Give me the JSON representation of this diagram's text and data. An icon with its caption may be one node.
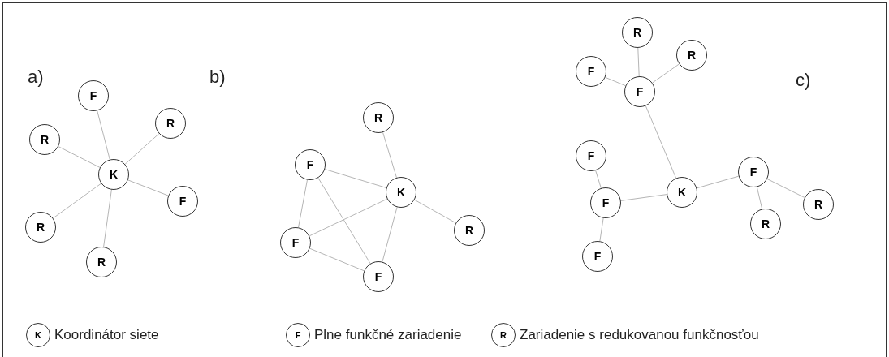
{
  "diagram": {
    "nodes": [
      {
        "text": [
          "F"
        ]
      },
      {
        "text": [
          "R"
        ]
      },
      {
        "text": [
          "R"
        ]
      },
      {
        "text": [
          "K"
        ]
      },
      {
        "text": [
          "F"
        ]
      },
      {
        "text": [
          "R"
        ]
      },
      {
        "text": [
          "R"
        ]
      },
      {
        "text": [
          "R"
        ]
      },
      {
        "text": [
          "F"
        ]
      },
      {
        "text": [
          "K"
        ]
      },
      {
        "text": [
          "R"
        ]
      },
      {
        "text": [
          "F"
        ]
      },
      {
        "text": [
          "F"
        ]
      },
      {
        "text": [
          "R"
        ]
      },
      {
        "text": [
          "R"
        ]
      },
      {
        "text": [
          "F"
        ]
      },
      {
        "text": [
          "F"
        ]
      },
      {
        "text": [
          "F"
        ]
      },
      {
        "text": [
          "F"
        ]
      },
      {
        "text": [
          "K"
        ]
      },
      {
        "text": [
          "F"
        ]
      },
      {
        "text": [
          "R"
        ]
      },
      {
        "text": [
          "R"
        ]
      },
      {
        "text": [
          "F"
        ]
      },
      {
        "text": [
          "K"
        ],
        "beside": [
          "Koordinátor siete"
        ]
      },
      {
        "text": [
          "F"
        ],
        "beside": [
          "Plne funkčné zariadenie"
        ]
      },
      {
        "text": [
          "R"
        ],
        "beside": [
          "Zariadenie s redukovanou funkčnosťou"
        ]
      }
    ],
    "edges": [
      {
        "from": 3,
        "to": 0,
        "arrow": "none"
      },
      {
        "from": 3,
        "to": 1,
        "arrow": "none"
      },
      {
        "from": 3,
        "to": 2,
        "arrow": "none"
      },
      {
        "from": 3,
        "to": 4,
        "arrow": "none"
      },
      {
        "from": 3,
        "to": 5,
        "arrow": "none"
      },
      {
        "from": 3,
        "to": 6,
        "arrow": "none"
      },
      {
        "from": 9,
        "to": 7,
        "arrow": "none"
      },
      {
        "from": 8,
        "to": 9,
        "arrow": "none"
      },
      {
        "from": 8,
        "to": 11,
        "arrow": "none"
      },
      {
        "from": 8,
        "to": 12,
        "arrow": "none"
      },
      {
        "from": 11,
        "to": 9,
        "arrow": "none"
      },
      {
        "from": 11,
        "to": 12,
        "arrow": "none"
      },
      {
        "from": 9,
        "to": 12,
        "arrow": "none"
      },
      {
        "from": 9,
        "to": 10,
        "arrow": "none"
      },
      {
        "from": 16,
        "to": 13,
        "arrow": "none"
      },
      {
        "from": 16,
        "to": 14,
        "arrow": "none"
      },
      {
        "from": 16,
        "to": 15,
        "arrow": "none"
      },
      {
        "from": 16,
        "to": 19,
        "arrow": "none"
      },
      {
        "from": 19,
        "to": 18,
        "arrow": "none"
      },
      {
        "from": 19,
        "to": 20,
        "arrow": "none"
      },
      {
        "from": 20,
        "to": 17,
        "arrow": "none"
      },
      {
        "from": 20,
        "to": 23,
        "arrow": "none"
      },
      {
        "from": 18,
        "to": 22,
        "arrow": "none"
      },
      {
        "from": 18,
        "to": 21,
        "arrow": "none"
      }
    ],
    "labels": [
      "a)",
      "b)",
      "c)"
    ]
  }
}
